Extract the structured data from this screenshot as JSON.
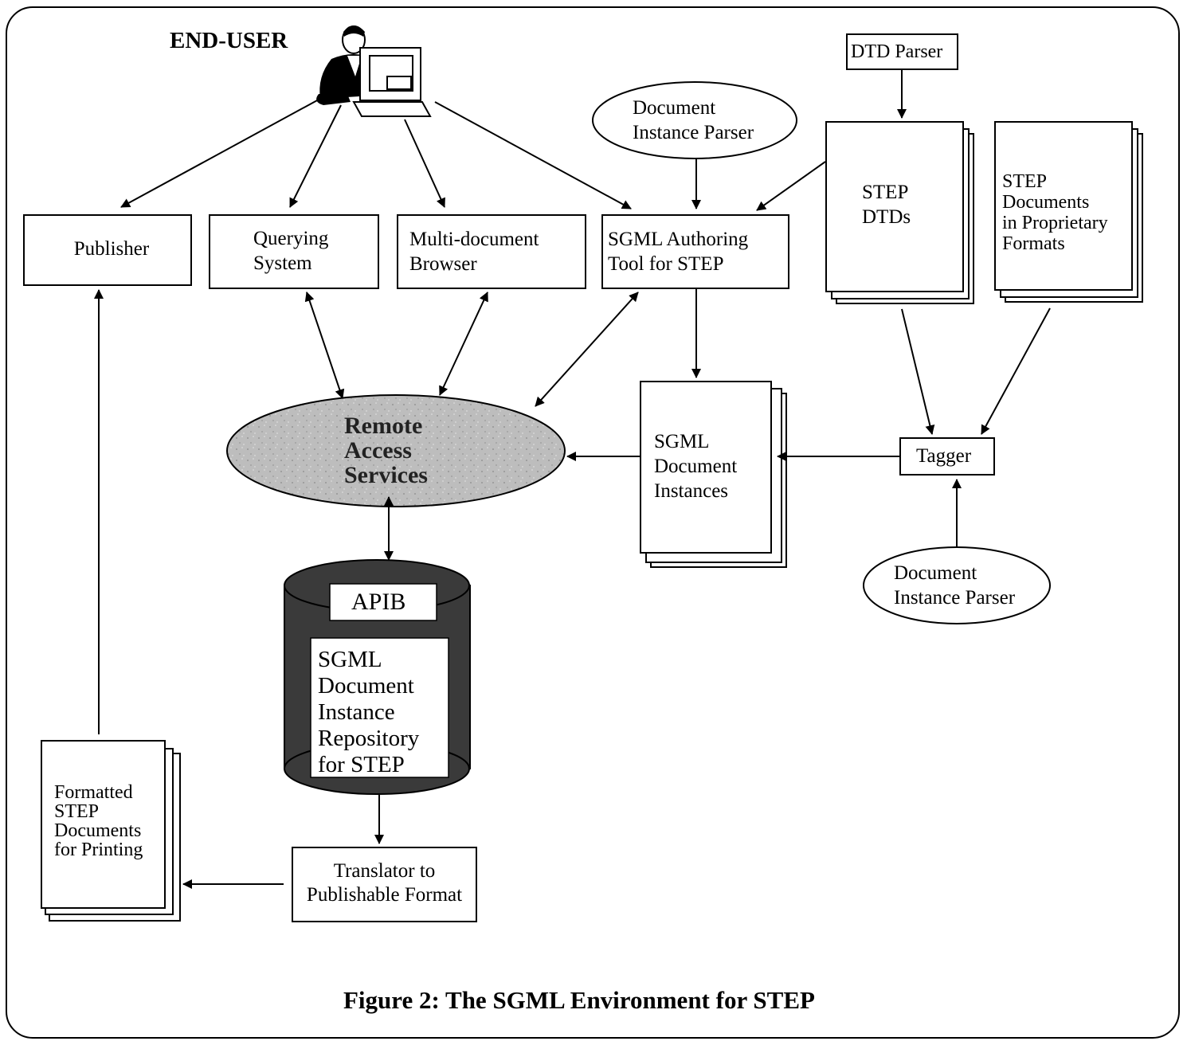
{
  "figure": {
    "end_user_label": "END-USER",
    "caption": "Figure 2: The SGML Environment for STEP"
  },
  "nodes": {
    "publisher": "Publisher",
    "querying_system": "Querying\nSystem",
    "multi_document_browser": "Multi-document\nBrowser",
    "sgml_authoring_tool": "SGML Authoring\nTool for STEP",
    "document_instance_parser_top": "Document\nInstance Parser",
    "dtd_parser": "DTD Parser",
    "step_dtds": "STEP\nDTDs",
    "step_documents_proprietary": "STEP\nDocuments\nin Proprietary\nFormats",
    "remote_access_services": "Remote\nAccess\nServices",
    "sgml_document_instances": "SGML\nDocument\nInstances",
    "tagger": "Tagger",
    "document_instance_parser_bottom": "Document\nInstance Parser",
    "apib": "APIB",
    "repository": "SGML\nDocument\nInstance\nRepository\nfor STEP",
    "translator": "Translator to\nPublishable Format",
    "formatted_step_documents": "Formatted\nSTEP\nDocuments\nfor Printing"
  },
  "colors": {
    "ink": "#000000",
    "remote_access_fill": "#bdbdbd",
    "cylinder_fill": "#3a3a3a"
  }
}
